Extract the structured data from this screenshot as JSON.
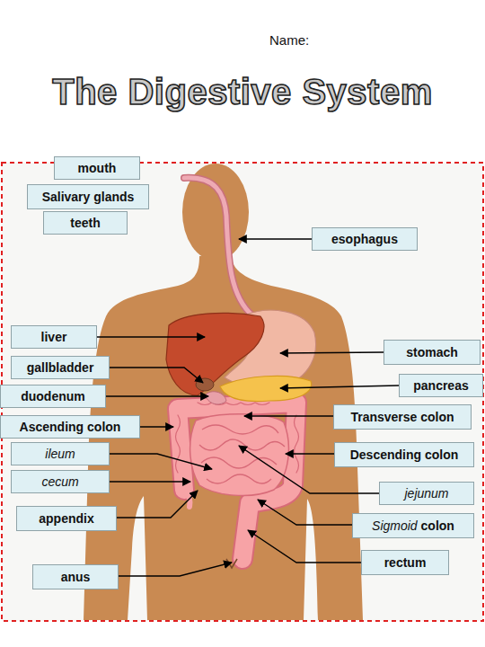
{
  "diagram": {
    "title": "The Digestive System",
    "nodes": [
      {
        "text": [
          "mouth"
        ]
      },
      {
        "text": [
          "Salivary glands"
        ]
      },
      {
        "text": [
          "teeth"
        ]
      },
      {
        "text": [
          "esophagus"
        ]
      },
      {
        "text": [
          "liver"
        ]
      },
      {
        "text": [
          "stomach"
        ]
      },
      {
        "text": [
          "gallbladder"
        ]
      },
      {
        "text": [
          "pancreas"
        ]
      },
      {
        "text": [
          "duodenum"
        ]
      },
      {
        "text": [
          "Ascending colon"
        ]
      },
      {
        "text": [
          "Transverse colon"
        ]
      },
      {
        "text": [
          "ileum"
        ]
      },
      {
        "text": [
          "Descending colon"
        ]
      },
      {
        "text": [
          "cecum"
        ]
      },
      {
        "text": [
          "jejunum"
        ]
      },
      {
        "text": [
          "appendix"
        ]
      },
      {
        "text": [
          "Sigmoid colon"
        ]
      },
      {
        "text": [
          "rectum"
        ]
      },
      {
        "text": [
          "anus"
        ]
      }
    ],
    "labels": [
      "Name:"
    ]
  }
}
